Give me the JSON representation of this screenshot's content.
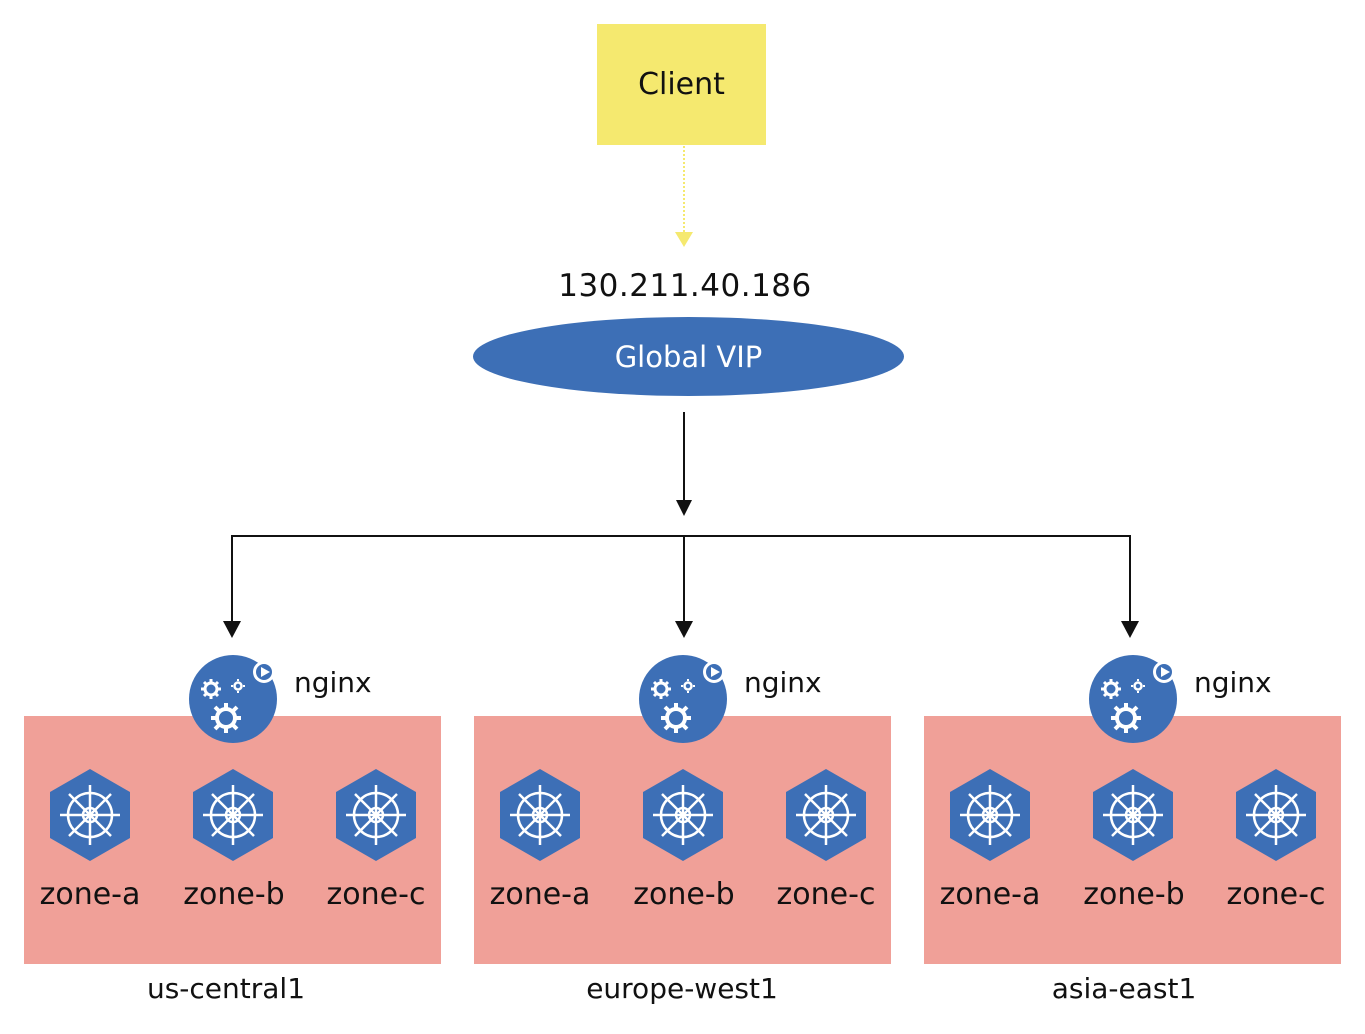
{
  "client": {
    "label": "Client",
    "color": "#f5e96f"
  },
  "global_vip": {
    "ip": "130.211.40.186",
    "label": "Global VIP",
    "color": "#3d6fb6"
  },
  "regions": [
    {
      "name": "us-central1",
      "ingress_label": "nginx",
      "zones": [
        "zone-a",
        "zone-b",
        "zone-c"
      ]
    },
    {
      "name": "europe-west1",
      "ingress_label": "nginx",
      "zones": [
        "zone-a",
        "zone-b",
        "zone-c"
      ]
    },
    {
      "name": "asia-east1",
      "ingress_label": "nginx",
      "zones": [
        "zone-a",
        "zone-b",
        "zone-c"
      ]
    }
  ],
  "colors": {
    "region_bg": "#f0a098",
    "node_blue": "#3d6fb6",
    "client_arrow": "#f5e96f",
    "arrow": "#111111"
  },
  "icons": {
    "ingress": "nginx-gears-icon",
    "zone": "kubernetes-helm-icon"
  }
}
